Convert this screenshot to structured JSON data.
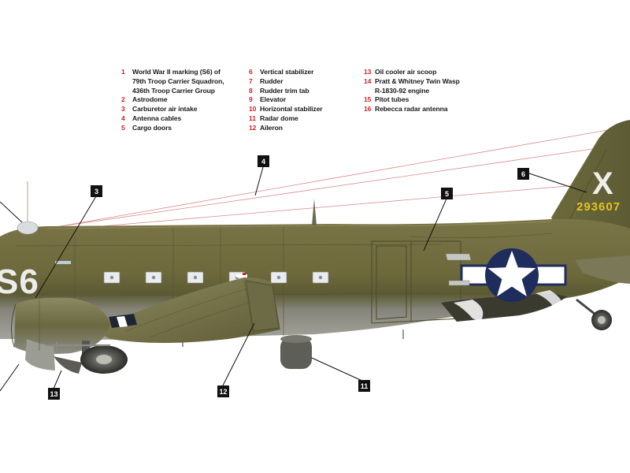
{
  "legend": [
    {
      "num": "1",
      "lines": [
        "World War II marking (S6) of",
        "79th Troop Carrier Squadron,",
        "436th Troop Carrier Group"
      ]
    },
    {
      "num": "2",
      "lines": [
        "Astrodome"
      ]
    },
    {
      "num": "3",
      "lines": [
        "Carburetor air intake"
      ]
    },
    {
      "num": "4",
      "lines": [
        "Antenna cables"
      ]
    },
    {
      "num": "5",
      "lines": [
        "Cargo doors"
      ]
    },
    {
      "num": "6",
      "lines": [
        "Vertical stabilizer"
      ]
    },
    {
      "num": "7",
      "lines": [
        "Rudder"
      ]
    },
    {
      "num": "8",
      "lines": [
        "Rudder trim tab"
      ]
    },
    {
      "num": "9",
      "lines": [
        "Elevator"
      ]
    },
    {
      "num": "10",
      "lines": [
        "Horizontal stabilizer"
      ]
    },
    {
      "num": "11",
      "lines": [
        "Radar dome"
      ]
    },
    {
      "num": "12",
      "lines": [
        "Aileron"
      ]
    },
    {
      "num": "13",
      "lines": [
        "Oil cooler air scoop"
      ]
    },
    {
      "num": "14",
      "lines": [
        "Pratt & Whitney Twin Wasp",
        "R-1830-92 engine"
      ]
    },
    {
      "num": "15",
      "lines": [
        "Pitot tubes"
      ]
    },
    {
      "num": "16",
      "lines": [
        "Rebecca radar antenna"
      ]
    }
  ],
  "callouts": {
    "c3": "3",
    "c4": "4",
    "c5": "5",
    "c6": "6",
    "c11": "11",
    "c12": "12",
    "c13": "13"
  },
  "aircraft_markings": {
    "squadron_code": "S6",
    "tail_letter": "X",
    "serial": "293607"
  },
  "colors": {
    "olive_drab": "#6e6a3c",
    "neutral_gray": "#8f9088",
    "label_red": "#d21f26",
    "serial_yellow": "#e2c21e"
  }
}
